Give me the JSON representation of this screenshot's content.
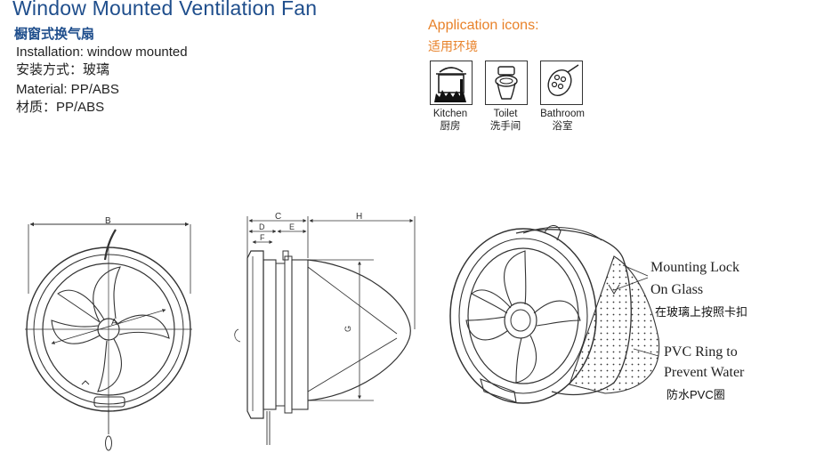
{
  "header": {
    "title": "Window Mounted Ventilation Fan",
    "subtitle_cn": "橱窗式换气扇"
  },
  "specs": {
    "installation_en": "Installation: window mounted",
    "installation_cn": "安装方式：玻璃",
    "material_en": "Material: PP/ABS",
    "material_cn": "材质：PP/ABS"
  },
  "application": {
    "title": "Application icons:",
    "subtitle_cn": "适用环境",
    "icons": [
      {
        "label": "Kitchen",
        "label_cn": "厨房",
        "icon": "kitchen-pot-icon"
      },
      {
        "label": "Toilet",
        "label_cn": "洗手间",
        "icon": "toilet-icon"
      },
      {
        "label": "Bathroom",
        "label_cn": "浴室",
        "icon": "shower-head-icon"
      }
    ]
  },
  "dimensions": {
    "front": {
      "width": "B",
      "diameter": "A"
    },
    "side": {
      "depth": "C",
      "d": "D",
      "e": "E",
      "f": "F",
      "height": "G",
      "hood": "H"
    }
  },
  "callouts": {
    "lock_en_1": "Mounting Lock",
    "lock_en_2": "On Glass",
    "lock_cn": "在玻璃上按照卡扣",
    "ring_en_1": "PVC Ring to",
    "ring_en_2": "Prevent Water",
    "ring_cn": "防水PVC圈"
  },
  "colors": {
    "title": "#1f4e8c",
    "accent": "#e8822a",
    "line": "#333333"
  }
}
